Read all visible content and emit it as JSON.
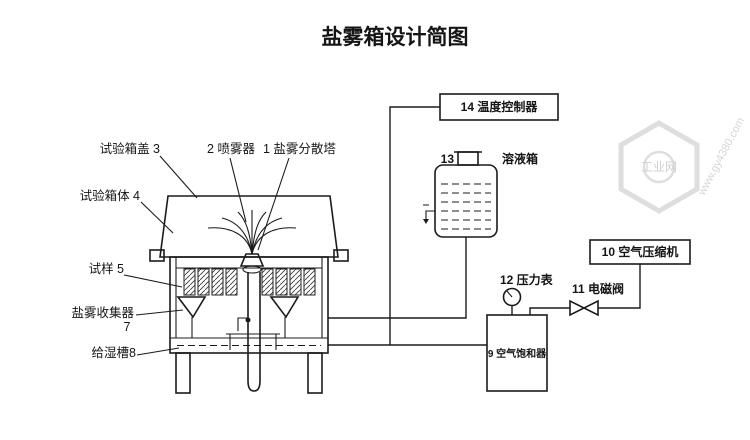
{
  "title": "盐雾箱设计简图",
  "components": {
    "temp_controller": "14 温度控制器",
    "solution_tank_num": "13",
    "solution_tank": "溶液箱",
    "pressure_gauge": "12 压力表",
    "solenoid_valve": "11 电磁阀",
    "air_compressor": "10 空气压缩机",
    "air_saturator": "9 空气饱和器"
  },
  "chamber_labels": {
    "lid": "试验箱盖 3",
    "sprayer": "2 喷雾器",
    "dispersion_tower": "1 盐雾分散塔",
    "body": "试验箱体 4",
    "sample": "试样 5",
    "collector": "盐雾收集器",
    "collector_num": "7",
    "humidifying_trough": "给湿槽8"
  },
  "watermark": {
    "site": "www.gy4380.com",
    "logo_text": "工业网"
  },
  "colors": {
    "line": "#1b1b1b",
    "background": "#ffffff",
    "watermark": "#d9d9d9"
  }
}
